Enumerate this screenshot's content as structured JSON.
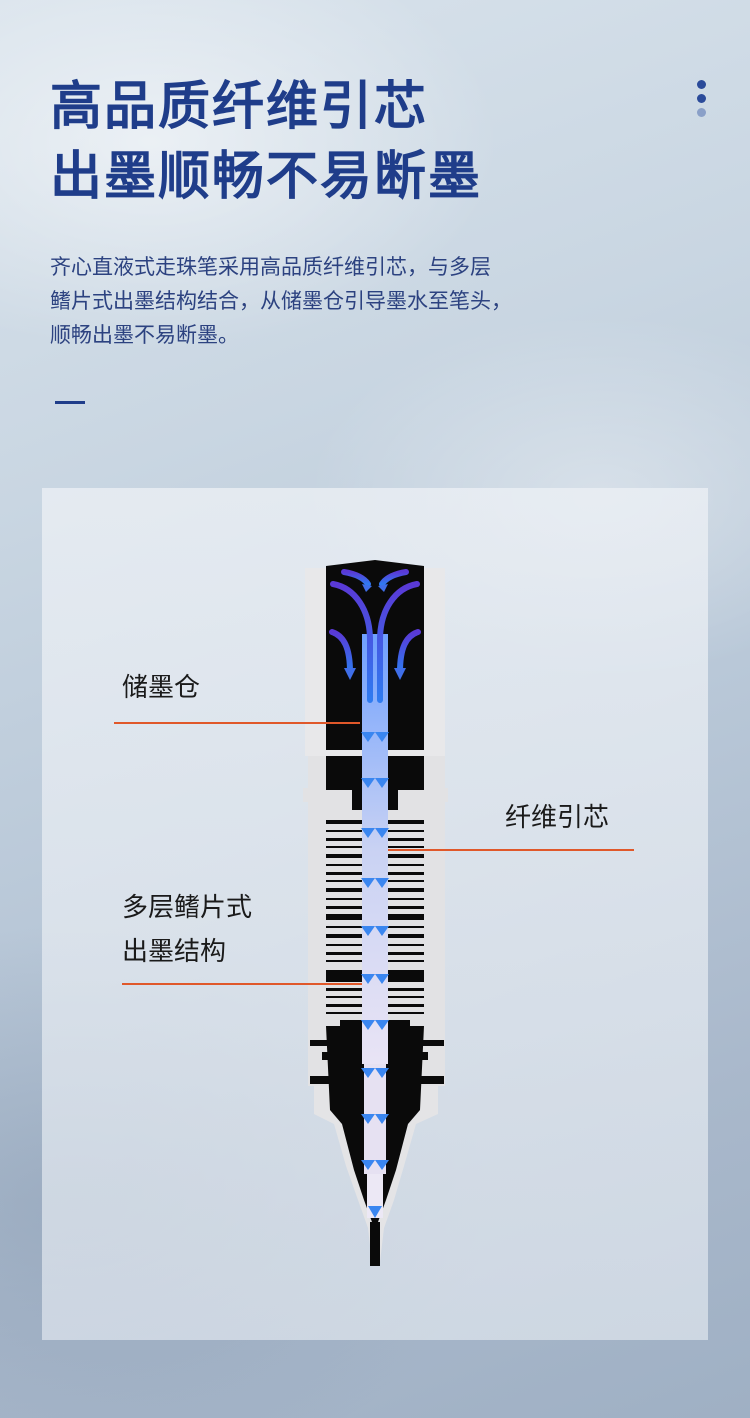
{
  "headline": {
    "line1": "高品质纤维引芯",
    "line2": "出墨顺畅不易断墨"
  },
  "description": {
    "line1": "齐心直液式走珠笔采用高品质纤维引芯，与多层",
    "line2": "鳍片式出墨结构结合，从储墨仓引导墨水至笔头，",
    "line3": "顺畅出墨不易断墨。"
  },
  "diagram": {
    "label_reservoir": "储墨仓",
    "label_fiber": "纤维引芯",
    "label_fin_line1": "多层鳍片式",
    "label_fin_line2": "出墨结构"
  },
  "colors": {
    "title_blue": "#1f3d8a",
    "leader_orange": "#e0582a",
    "flow_blue": "#3f6ee8"
  },
  "icons": [
    "more-dots-icon"
  ]
}
